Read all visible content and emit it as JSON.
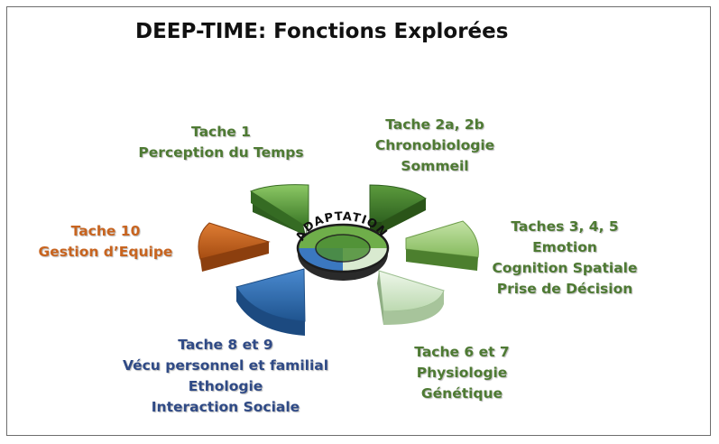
{
  "title": "DEEP-TIME: Fonctions Explorées",
  "hub": {
    "letters": [
      "A",
      "D",
      "A",
      "P",
      "T",
      "A",
      "T",
      "I",
      "O",
      "N"
    ]
  },
  "colors": {
    "green_dark": "#3f7d2c",
    "green_mid": "#6aaa45",
    "green_light": "#9ccf73",
    "green_pale": "#d6ead0",
    "orange": "#c8641f",
    "blue": "#2e6db5",
    "label_green": "#4e7a33",
    "label_orange": "#c8641f",
    "label_blue": "#2f4a86"
  },
  "tasks": [
    {
      "id": "t1",
      "lines": [
        "Tache 1",
        "Perception du Temps"
      ]
    },
    {
      "id": "t2",
      "lines": [
        "Tache 2a, 2b",
        "Chronobiologie",
        "Sommeil"
      ]
    },
    {
      "id": "t3",
      "lines": [
        "Taches 3, 4, 5",
        "Emotion",
        "Cognition Spatiale",
        "Prise de Décision"
      ]
    },
    {
      "id": "t6",
      "lines": [
        "Tache 6 et 7",
        "Physiologie",
        "Génétique"
      ]
    },
    {
      "id": "t8",
      "lines": [
        "Tache 8 et 9",
        "Vécu personnel et familial",
        "Ethologie",
        "Interaction Sociale"
      ]
    },
    {
      "id": "t10",
      "lines": [
        "Tache 10",
        "Gestion d’Equipe"
      ]
    }
  ]
}
